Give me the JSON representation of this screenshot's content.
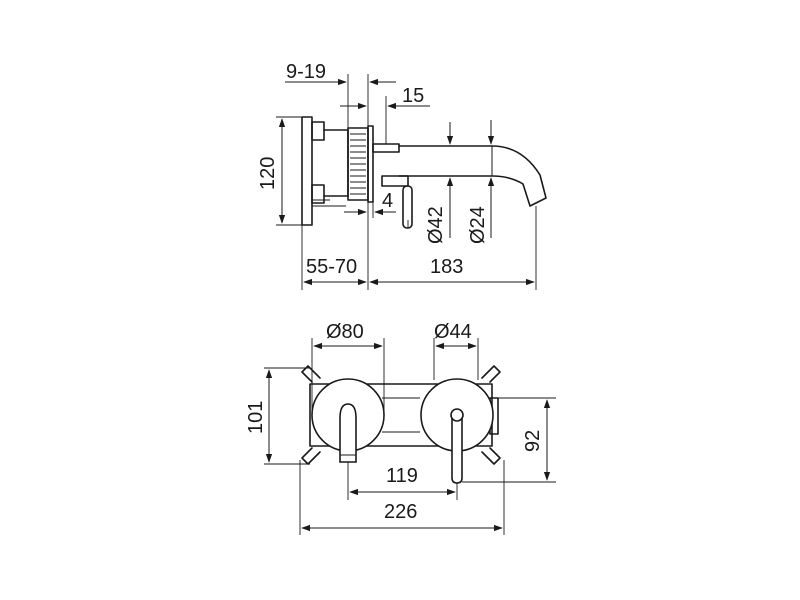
{
  "side_view": {
    "dim_wall_depth": "9-19",
    "dim_plate": "15",
    "dim_height": "120",
    "dim_gap": "4",
    "dim_lever_dia": "Ø42",
    "dim_spout_dia": "Ø24",
    "dim_body_depth": "55-70",
    "dim_spout_length": "183"
  },
  "front_view": {
    "dim_spout_rosette": "Ø80",
    "dim_lever_rosette": "Ø44",
    "dim_box_height": "101",
    "dim_lever_height": "92",
    "dim_centers": "119",
    "dim_total_width": "226"
  },
  "colors": {
    "line": "#1a1a1a",
    "background": "#ffffff"
  }
}
